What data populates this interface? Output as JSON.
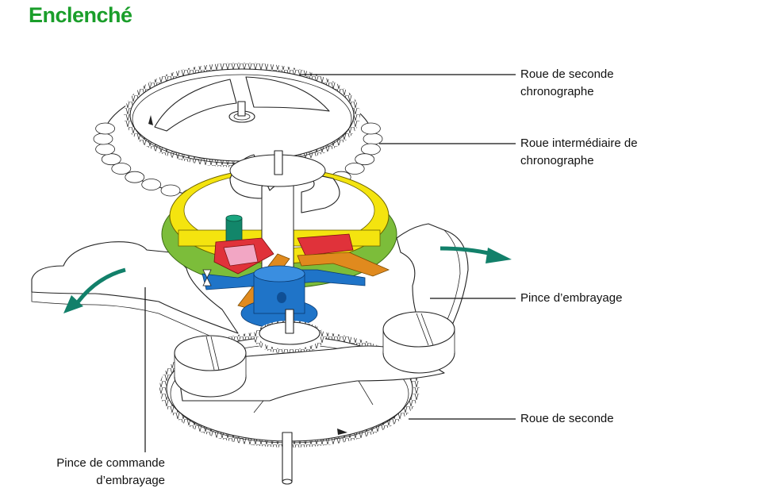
{
  "title": "Enclenché",
  "labels": {
    "chrono_seconds_wheel": [
      "Roue de seconde",
      "chronographe"
    ],
    "chrono_intermediate_wheel": [
      "Roue intermédiaire de",
      "chronographe"
    ],
    "coupling_clamp": [
      "Pince d’embrayage"
    ],
    "seconds_wheel": [
      "Roue de seconde"
    ],
    "coupling_control_clamp": [
      "Pince de commande",
      "d’embrayage"
    ]
  },
  "colors": {
    "title": "#1a9e2a",
    "arrow": "#12806a",
    "yellow_wheel": "#f4e40f",
    "green_part": "#7cbd3a",
    "blue_part": "#1f74c8",
    "red_part": "#e0323a",
    "pink_part": "#f2a6c4",
    "orange_part": "#e08a1e",
    "teal_pin": "#12866a"
  },
  "icons": {
    "left_arrow": "curved-arrow-left-down",
    "right_arrow": "curved-arrow-right"
  }
}
